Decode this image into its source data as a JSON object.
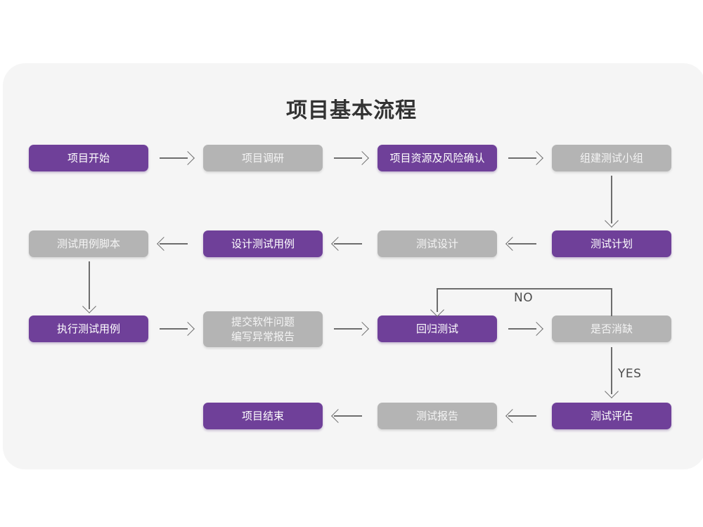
{
  "page": {
    "title": "项目基本流程",
    "background_color": "#FFFFFF",
    "card_color": "#F5F5F5"
  },
  "theme": {
    "accent_purple": "#6F4099",
    "muted_gray": "#B4B4B4",
    "purple_text": "#FFFFFF",
    "gray_text": "#F4F4F4",
    "connector": "#6D6D6D",
    "title_text": "#333333"
  },
  "chart_data": {
    "type": "diagram",
    "title": "项目基本流程",
    "nodes": [
      {
        "id": "n1",
        "label": "项目开始",
        "style": "purple",
        "row": 1,
        "col": 1
      },
      {
        "id": "n2",
        "label": "项目调研",
        "style": "gray",
        "row": 1,
        "col": 2
      },
      {
        "id": "n3",
        "label": "项目资源及风险确认",
        "style": "purple",
        "row": 1,
        "col": 3
      },
      {
        "id": "n4",
        "label": "组建测试小组",
        "style": "gray",
        "row": 1,
        "col": 4
      },
      {
        "id": "n5",
        "label": "测试计划",
        "style": "purple",
        "row": 2,
        "col": 4
      },
      {
        "id": "n6",
        "label": "测试设计",
        "style": "gray",
        "row": 2,
        "col": 3
      },
      {
        "id": "n7",
        "label": "设计测试用例",
        "style": "purple",
        "row": 2,
        "col": 2
      },
      {
        "id": "n8",
        "label": "测试用例脚本",
        "style": "gray",
        "row": 2,
        "col": 1
      },
      {
        "id": "n9",
        "label": "执行测试用例",
        "style": "purple",
        "row": 3,
        "col": 1
      },
      {
        "id": "n10",
        "label": "提交软件问题\n编写异常报告",
        "style": "gray",
        "row": 3,
        "col": 2
      },
      {
        "id": "n11",
        "label": "回归测试",
        "style": "purple",
        "row": 3,
        "col": 3
      },
      {
        "id": "n12",
        "label": "是否消缺",
        "style": "gray",
        "row": 3,
        "col": 4
      },
      {
        "id": "n13",
        "label": "测试评估",
        "style": "purple",
        "row": 4,
        "col": 4
      },
      {
        "id": "n14",
        "label": "测试报告",
        "style": "gray",
        "row": 4,
        "col": 3
      },
      {
        "id": "n15",
        "label": "项目结束",
        "style": "purple",
        "row": 4,
        "col": 2
      }
    ],
    "edges": [
      {
        "from": "n1",
        "to": "n2",
        "dir": "right",
        "label": ""
      },
      {
        "from": "n2",
        "to": "n3",
        "dir": "right",
        "label": ""
      },
      {
        "from": "n3",
        "to": "n4",
        "dir": "right",
        "label": ""
      },
      {
        "from": "n4",
        "to": "n5",
        "dir": "down",
        "label": ""
      },
      {
        "from": "n5",
        "to": "n6",
        "dir": "left",
        "label": ""
      },
      {
        "from": "n6",
        "to": "n7",
        "dir": "left",
        "label": ""
      },
      {
        "from": "n7",
        "to": "n8",
        "dir": "left",
        "label": ""
      },
      {
        "from": "n8",
        "to": "n9",
        "dir": "down",
        "label": ""
      },
      {
        "from": "n9",
        "to": "n10",
        "dir": "right",
        "label": ""
      },
      {
        "from": "n10",
        "to": "n11",
        "dir": "right",
        "label": ""
      },
      {
        "from": "n11",
        "to": "n12",
        "dir": "right",
        "label": ""
      },
      {
        "from": "n12",
        "to": "n11",
        "dir": "loop",
        "label": "NO"
      },
      {
        "from": "n12",
        "to": "n13",
        "dir": "down",
        "label": "YES"
      },
      {
        "from": "n13",
        "to": "n14",
        "dir": "left",
        "label": ""
      },
      {
        "from": "n14",
        "to": "n15",
        "dir": "left",
        "label": ""
      }
    ],
    "edge_labels": {
      "no": "NO",
      "yes": "YES"
    }
  }
}
